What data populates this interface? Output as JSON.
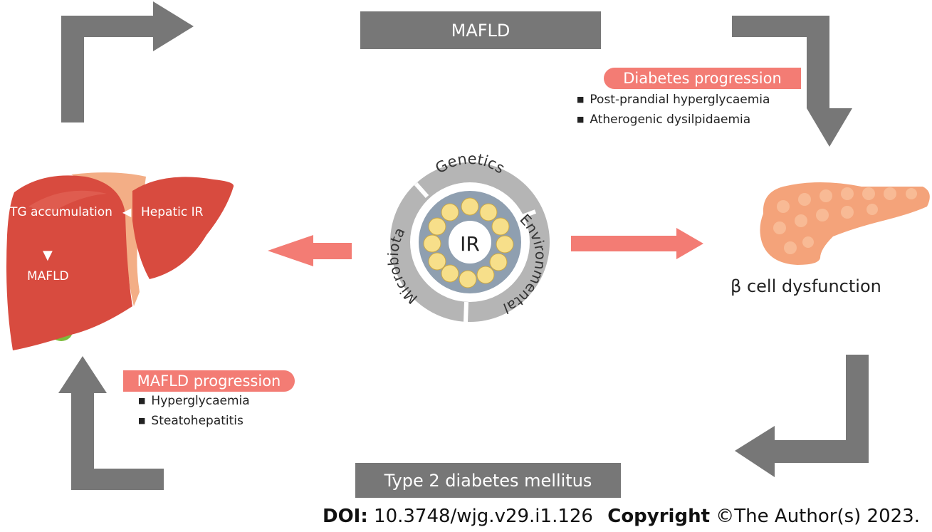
{
  "top_box": {
    "label": "MAFLD"
  },
  "bottom_box": {
    "label": "Type 2 diabetes mellitus"
  },
  "diabetes_progression": {
    "title": "Diabetes progression",
    "items": [
      "Post-prandial hyperglycaemia",
      "Atherogenic dysilpidaemia"
    ]
  },
  "mafld_progression": {
    "title": "MAFLD progression",
    "items": [
      "Hyperglycaemia",
      "Steatohepatitis"
    ]
  },
  "liver": {
    "tg_label": "TG accumulation",
    "hepatic_ir_label": "Hepatic IR",
    "mafld_label": "MAFLD"
  },
  "center": {
    "core_label": "IR",
    "ring_labels": [
      "Genetics",
      "Environmental",
      "Microbiota"
    ]
  },
  "pancreas": {
    "label": "β cell dysfunction"
  },
  "footer": {
    "doi_label": "DOI:",
    "doi_value": "10.3748/wjg.v29.i1.126",
    "copyright_label": "Copyright",
    "copyright_value": "©The Author(s) 2023."
  },
  "colors": {
    "arrow_gray": "#777777",
    "salmon": "#f37c74",
    "liver_red": "#d84b3f",
    "pancreas_orange": "#f4a37a",
    "ring_gray": "#b5b5b5"
  }
}
